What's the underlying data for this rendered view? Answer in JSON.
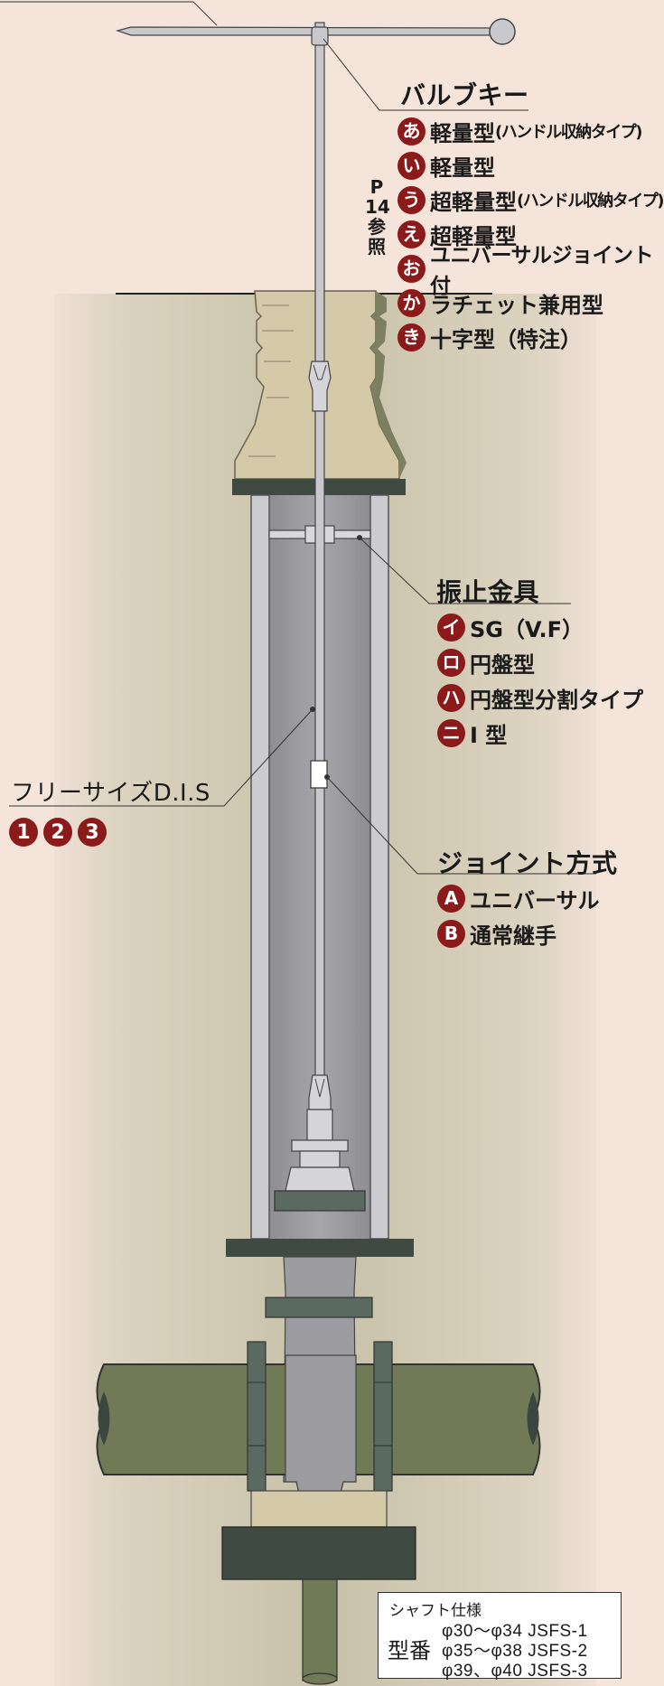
{
  "valve_key": {
    "heading": "バルブキー",
    "reference": [
      "P",
      "14",
      "参",
      "照"
    ],
    "items": [
      {
        "badge": "あ",
        "label": "軽量型",
        "note": "(ハンドル収納タイプ)"
      },
      {
        "badge": "い",
        "label": "軽量型",
        "note": ""
      },
      {
        "badge": "う",
        "label": "超軽量型",
        "note": "(ハンドル収納タイプ)"
      },
      {
        "badge": "え",
        "label": "超軽量型",
        "note": ""
      },
      {
        "badge": "お",
        "label": "ユニバーサルジョイント付",
        "note": ""
      },
      {
        "badge": "か",
        "label": "ラチェット兼用型",
        "note": ""
      },
      {
        "badge": "き",
        "label": "十字型（特注）",
        "note": ""
      }
    ]
  },
  "steady_bracket": {
    "heading": "振止金具",
    "items": [
      {
        "badge": "イ",
        "label": "SG（V.F）"
      },
      {
        "badge": "ロ",
        "label": "円盤型"
      },
      {
        "badge": "ハ",
        "label": "円盤型分割タイプ"
      },
      {
        "badge": "ニ",
        "label": "I 型"
      }
    ]
  },
  "free_size": {
    "heading": "フリーサイズD.I.S",
    "badges": [
      "1",
      "2",
      "3"
    ]
  },
  "joint_method": {
    "heading": "ジョイント方式",
    "items": [
      {
        "badge": "A",
        "label": "ユニバーサル"
      },
      {
        "badge": "B",
        "label": "通常継手"
      }
    ]
  },
  "shaft_spec": {
    "title": "シャフト仕様",
    "model_label": "型番",
    "rows": [
      {
        "size": "φ30～φ34",
        "code": "JSFS-1"
      },
      {
        "size": "φ35～φ38",
        "code": "JSFS-2"
      },
      {
        "size": "φ39、φ40",
        "code": "JSFS-3"
      }
    ]
  },
  "colors": {
    "background": "#f5e4da",
    "ground": "#cfc9b2",
    "pipe": "#707a56",
    "shaft_tube": "#9c9ca0",
    "frame": "#3f4a43",
    "badge": "#8b1a1a",
    "stone": "#d4caa8"
  }
}
